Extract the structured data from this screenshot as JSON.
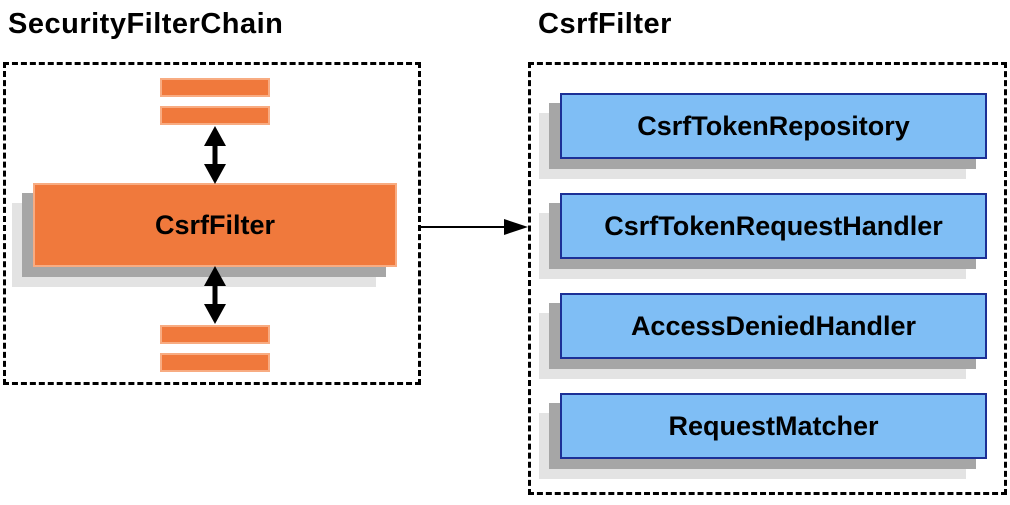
{
  "left_panel": {
    "title": "SecurityFilterChain",
    "filter_box": {
      "label": "CsrfFilter"
    },
    "placeholder_bars": {
      "above_count": 2,
      "below_count": 2
    }
  },
  "right_panel": {
    "title": "CsrfFilter",
    "components": [
      {
        "label": "CsrfTokenRepository"
      },
      {
        "label": "CsrfTokenRequestHandler"
      },
      {
        "label": "AccessDeniedHandler"
      },
      {
        "label": "RequestMatcher"
      }
    ]
  },
  "relations": {
    "main_arrow": "CsrfFilter box points to CsrfFilter component container",
    "vertical_arrows": "double-headed arrows between filter chain slots and CsrfFilter"
  },
  "colors": {
    "orange_fill": "#F0793C",
    "orange_stroke": "#F8AC82",
    "blue_fill": "#7FBEF5",
    "blue_stroke": "#1C3096",
    "shadow_dark": "#A6A6A6",
    "shadow_light": "#E3E3E3",
    "line_color": "#000000",
    "bg": "#FFFFFF"
  }
}
